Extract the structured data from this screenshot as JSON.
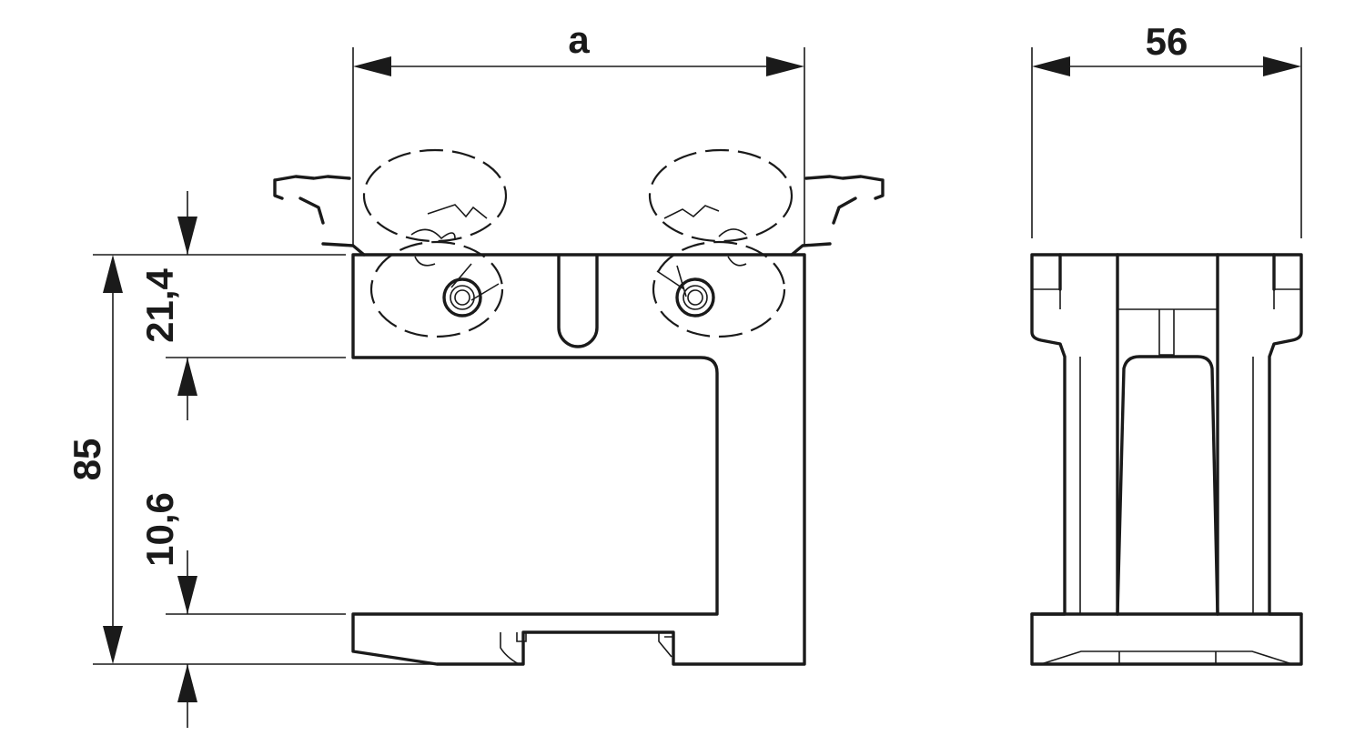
{
  "dimensions": {
    "top_left": "a",
    "top_right": "56",
    "total_height": "85",
    "upper_height": "21,4",
    "lower_height": "10,6"
  },
  "colors": {
    "line": "#1a1a1a",
    "background": "#ffffff"
  }
}
